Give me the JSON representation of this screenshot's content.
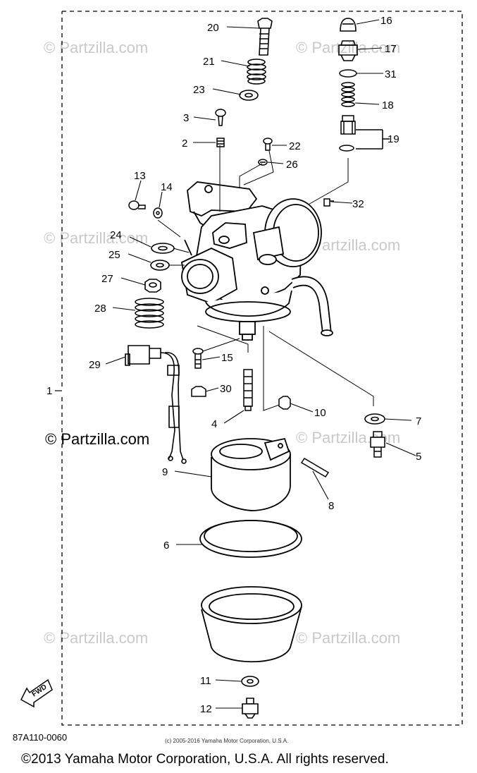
{
  "diagram": {
    "part_numbers": {
      "p1": "1",
      "p2": "2",
      "p3": "3",
      "p4": "4",
      "p5": "5",
      "p6": "6",
      "p7": "7",
      "p8": "8",
      "p9": "9",
      "p10": "10",
      "p11": "11",
      "p12": "12",
      "p13": "13",
      "p14": "14",
      "p15": "15",
      "p16": "16",
      "p17": "17",
      "p18": "18",
      "p19": "19",
      "p20": "20",
      "p21": "21",
      "p22": "22",
      "p23": "23",
      "p24": "24",
      "p25": "25",
      "p26": "26",
      "p27": "27",
      "p28": "28",
      "p29": "29",
      "p30": "30",
      "p31": "31",
      "p32": "32"
    },
    "fwd_label": "FWD",
    "drawing_code": "87A110-0060",
    "small_copyright": "(c) 2005-2016 Yamaha Motor Corporation, U.S.A."
  },
  "watermark": {
    "text": "© Partzilla.com",
    "prominent_text": "© Partzilla.com"
  },
  "footer": {
    "copyright": "©2013 Yamaha Motor Corporation, U.S.A. All rights reserved."
  }
}
